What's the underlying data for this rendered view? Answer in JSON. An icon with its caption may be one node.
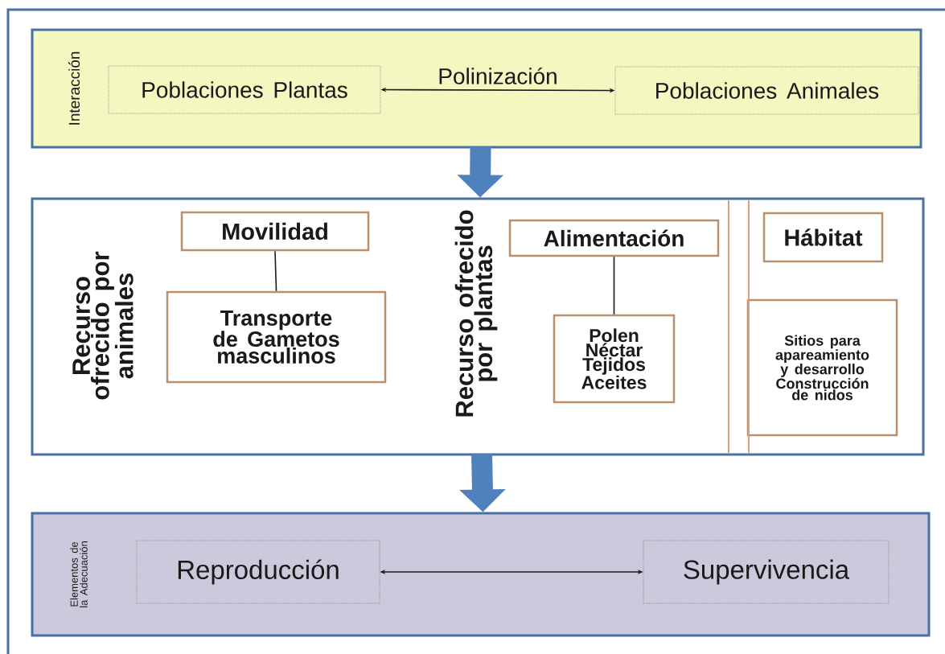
{
  "diagram": {
    "nodes": [
      {
        "text": [
          "Interacción"
        ]
      },
      {
        "text": [
          "Poblaciones Plantas"
        ],
        "in": 0
      },
      {
        "text": [
          "Poblaciones Animales"
        ],
        "in": 0
      },
      {
        "text": [
          "Recurso ofrecido por animales",
          "Recurso ofrecido por plantas"
        ]
      },
      {
        "text": [
          "Movilidad"
        ],
        "in": 3
      },
      {
        "text": [
          "Transporte de Gametos masculinos"
        ],
        "in": 3
      },
      {
        "text": [
          "Alimentación"
        ],
        "in": 3
      },
      {
        "text": [
          "Polen Néctar Tejidos Aceites"
        ],
        "in": 3
      },
      {
        "text": [
          "Hábitat"
        ],
        "in": 3
      },
      {
        "text": [
          "Sitios para apareamiento y desarrollo Construcción de nidos"
        ],
        "in": 3
      },
      {
        "text": [
          "Elementos de la Adecuación"
        ]
      },
      {
        "text": [
          "Reproducción"
        ],
        "in": 10
      },
      {
        "text": [
          "Supervivencia"
        ],
        "in": 10
      }
    ],
    "edges": [
      {
        "from": 1,
        "to": 2,
        "arrow": "both",
        "label": "Polinización"
      },
      {
        "from": 0,
        "to": 3,
        "arrow": "to",
        "style": "thick",
        "color": "#4f81bd"
      },
      {
        "from": 4,
        "to": 5,
        "arrow": "none"
      },
      {
        "from": 6,
        "to": 7,
        "arrow": "none"
      },
      {
        "from": 3,
        "to": 10,
        "arrow": "to",
        "style": "thick",
        "color": "#4f81bd"
      },
      {
        "from": 11,
        "to": 12,
        "arrow": "both"
      }
    ]
  }
}
